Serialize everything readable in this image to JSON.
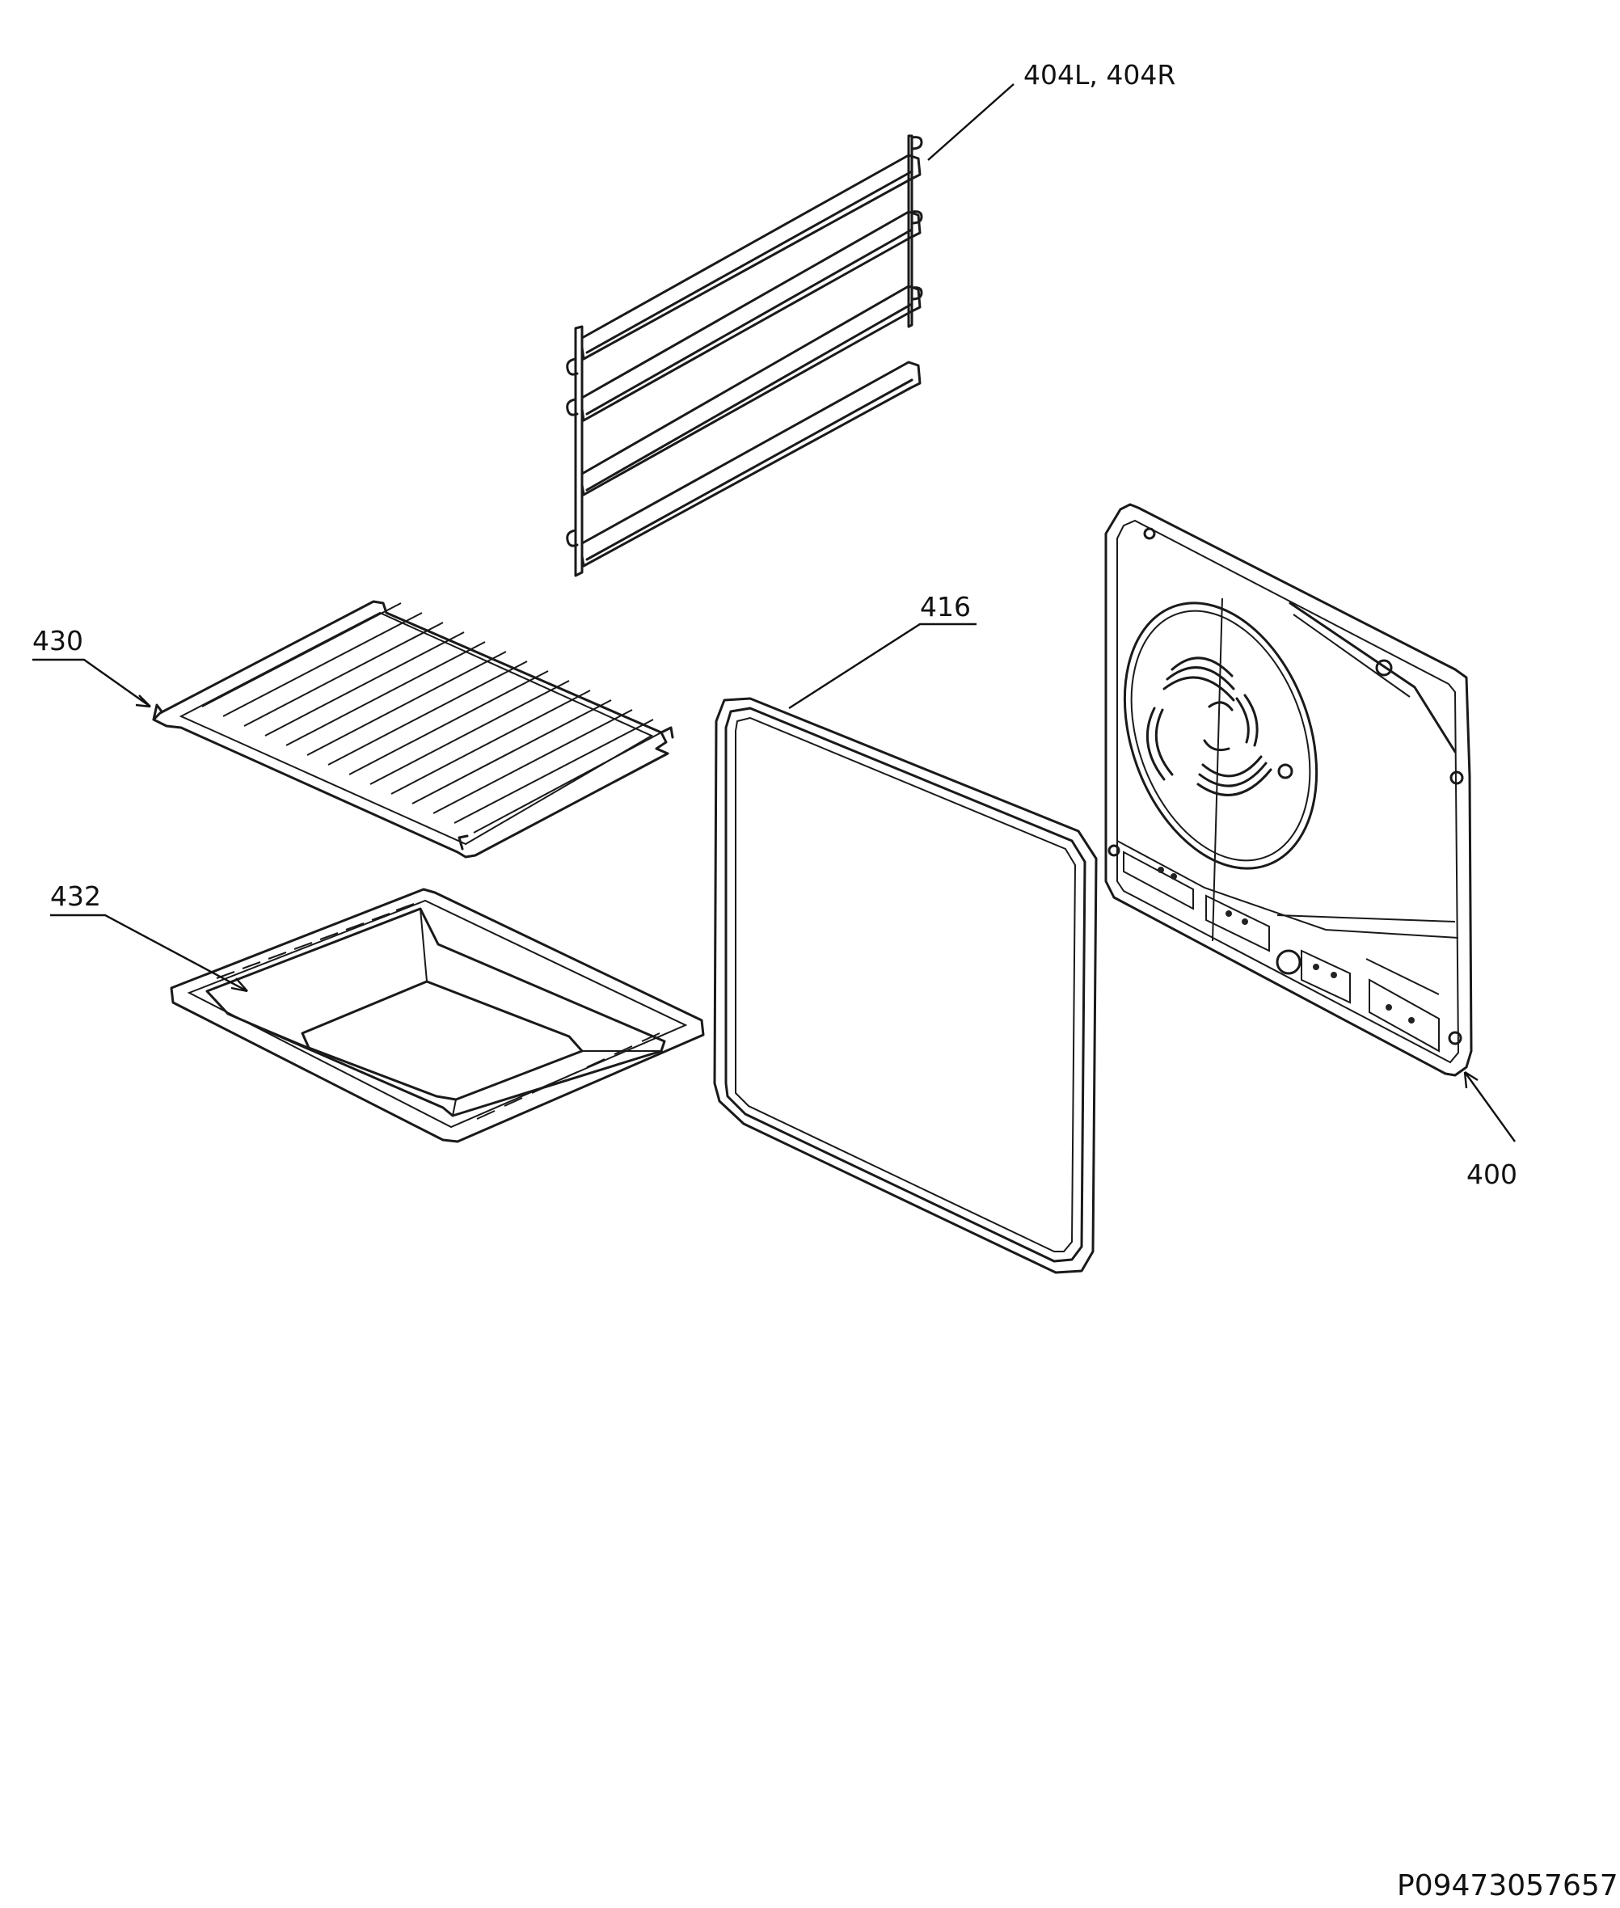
{
  "callouts": {
    "shelf_supports": "404L, 404R",
    "wire_shelf": "430",
    "baking_tray": "432",
    "door_seal": "416",
    "back_panel": "400"
  },
  "drawing_code": "P09473057657"
}
